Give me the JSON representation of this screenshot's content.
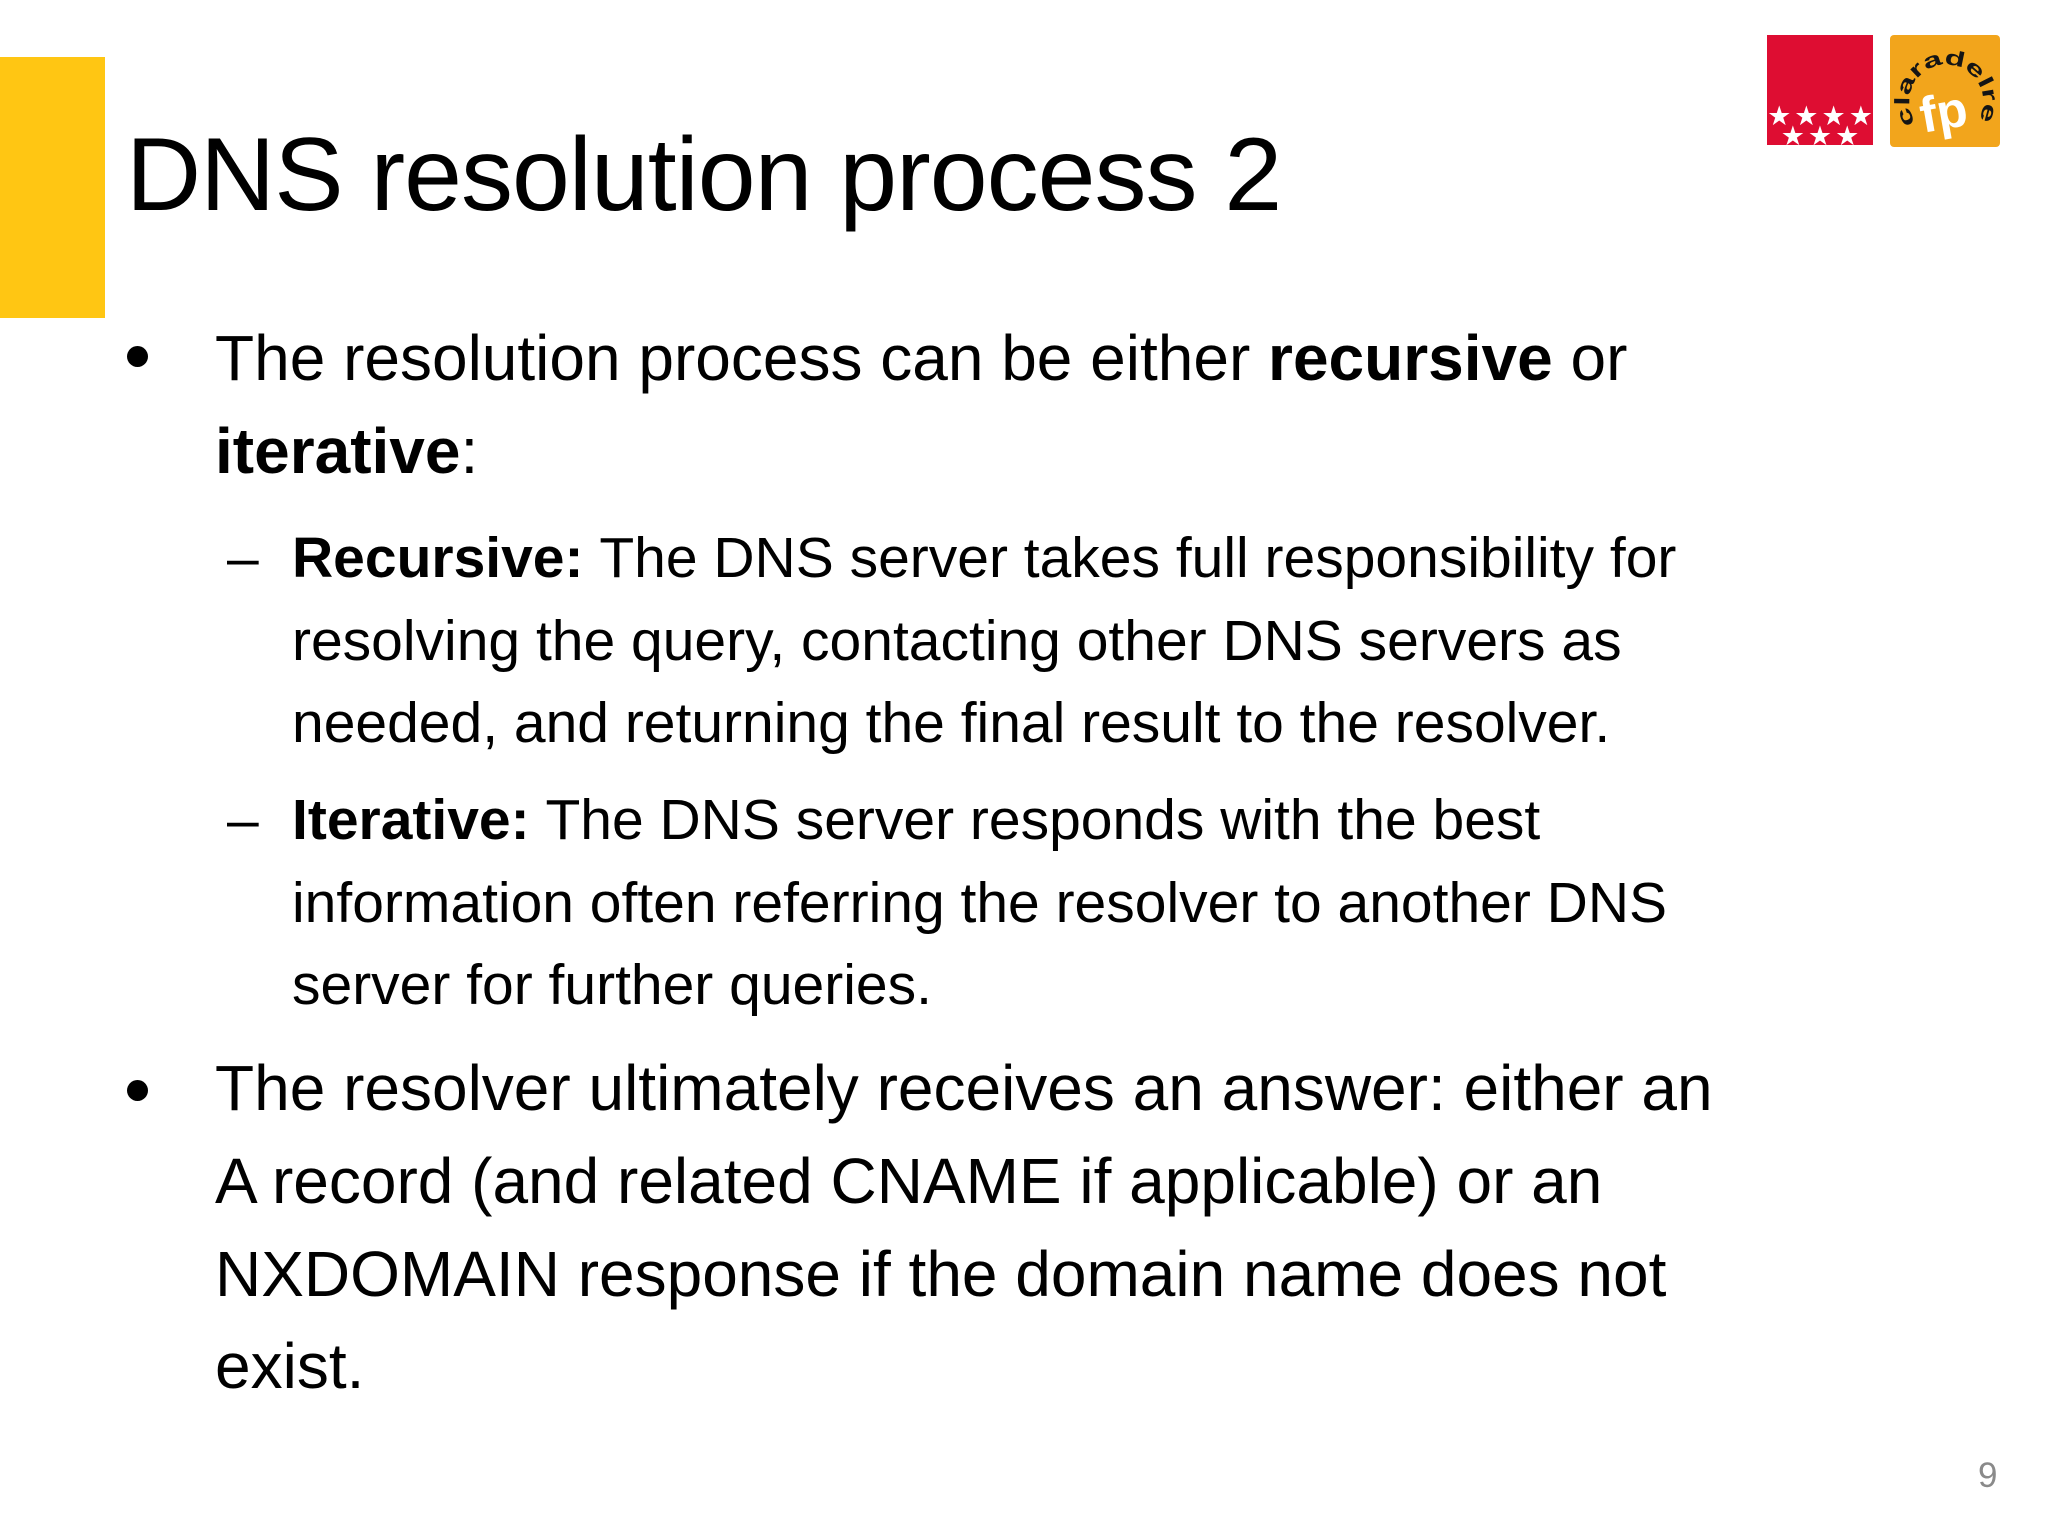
{
  "slide": {
    "title": "DNS resolution process 2",
    "page_number": "9"
  },
  "decor": {
    "left_bar_color": "#FFC613"
  },
  "logos": {
    "madrid": {
      "bg_color": "#DE0D32",
      "star_color": "#FFFFFF",
      "stars_row1": "★★★★",
      "stars_row2": "★★★"
    },
    "claradelrey": {
      "bg_color": "#F2A51C",
      "arc_text": "claradelrey",
      "arc_text_color": "#151515",
      "center_text": "fp",
      "center_text_color": "#FFFFFF"
    }
  },
  "bullets": [
    {
      "level": 1,
      "segments": [
        {
          "text": "The resolution process can be either "
        },
        {
          "text": "recursive",
          "bold": true
        },
        {
          "text": " or\n"
        },
        {
          "text": "iterative",
          "bold": true
        },
        {
          "text": ":"
        }
      ]
    },
    {
      "level": 2,
      "marker": "–",
      "segments": [
        {
          "text": "Recursive: ",
          "bold": true
        },
        {
          "text": "The DNS server takes full responsibility for\nresolving the query, contacting other DNS servers as\nneeded, and returning the final result to the resolver."
        }
      ]
    },
    {
      "level": 2,
      "marker": "–",
      "segments": [
        {
          "text": "Iterative: ",
          "bold": true
        },
        {
          "text": "The DNS server responds with the best\ninformation often referring the resolver to another DNS\nserver for further queries."
        }
      ]
    },
    {
      "level": 1,
      "segments": [
        {
          "text": "The resolver ultimately receives an answer: either an\nA record (and related CNAME if applicable) or an\nNXDOMAIN response if the domain name does not\nexist."
        }
      ]
    }
  ]
}
